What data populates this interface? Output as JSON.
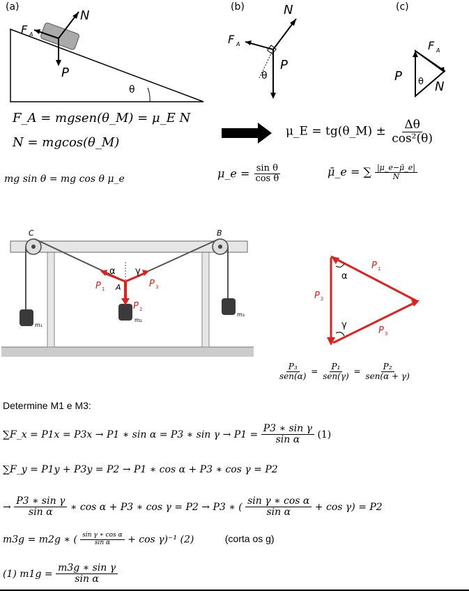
{
  "panels": {
    "a_label": "(a)",
    "b_label": "(b)",
    "c_label": "(c)",
    "vec_N": "N",
    "vec_FA": "F",
    "sub_A": "A",
    "vec_P": "P",
    "theta": "θ"
  },
  "top_equations": {
    "eq1": "F_A = mgsen(θ_M) = μ_E N",
    "eq2": "N = mgcos(θ_M)",
    "eq3": "mg sin θ = mg cos θ μ_e",
    "mu_E_lhs": "μ_E = tg(θ_M) ±",
    "mu_E_num": "Δθ",
    "mu_E_den": "cos²(θ)",
    "mu_e_lhs": "μ_e =",
    "mu_e_num": "sin θ",
    "mu_e_den": "cos θ",
    "mu_bar_lhs": "μ̄_e = ∑",
    "mu_bar_num": "|μ_e−μ̄_e|",
    "mu_bar_den": "N"
  },
  "apparatus": {
    "label_C": "C",
    "label_B": "B",
    "label_A": "A",
    "alpha": "α",
    "gamma": "γ",
    "P1": "P",
    "P2": "P",
    "P3": "P",
    "sub1": "1",
    "sub2": "2",
    "sub3": "3",
    "m1": "m₁",
    "m2": "m₂",
    "m3": "m₃",
    "colors": {
      "vector": "#e0201a",
      "mass": "#3a3a3a",
      "ground": "#bdbdbd"
    }
  },
  "triangle": {
    "P1": "P",
    "P2": "P",
    "P3": "P",
    "sub1": "1",
    "sub2": "2",
    "sub3": "3",
    "alpha": "α",
    "gamma": "γ",
    "color": "#e0201a"
  },
  "sine_law": {
    "n1": "P₃",
    "d1": "sen(α)",
    "n2": "P₁",
    "d2": "sen(γ)",
    "n3": "P₂",
    "d3": "sen(α + γ)",
    "eq": "="
  },
  "derivation": {
    "heading": "Determine M1 e M3:",
    "line1_a": "∑F_x = P1x = P3x  →  P1 ∗ sin α = P3 ∗ sin γ  →  P1 =",
    "line1_num": "P3 ∗ sin γ",
    "line1_den": "sin α",
    "line1_tag": "(1)",
    "line2": "∑F_y = P1y + P3y = P2   →   P1 ∗ cos α + P3 ∗ cos γ = P2",
    "line3_arrow": "→",
    "line3_num": "P3 ∗ sin γ",
    "line3_den": "sin α",
    "line3_mid": "∗ cos α + P3 ∗ cos γ = P2    →    P3 ∗ (",
    "line3_num2": "sin γ ∗ cos α",
    "line3_den2": "sin α",
    "line3_end": "+ cos γ) = P2",
    "line4_a": "m3g = m2g ∗ (",
    "line4_num": "sin γ ∗ cos α",
    "line4_den": "sin α",
    "line4_b": "+ cos γ)⁻¹  (2)",
    "line4_note": "(corta os g)",
    "line5_a": "(1)  m1g =",
    "line5_num": "m3g ∗ sin γ",
    "line5_den": "sin α"
  }
}
